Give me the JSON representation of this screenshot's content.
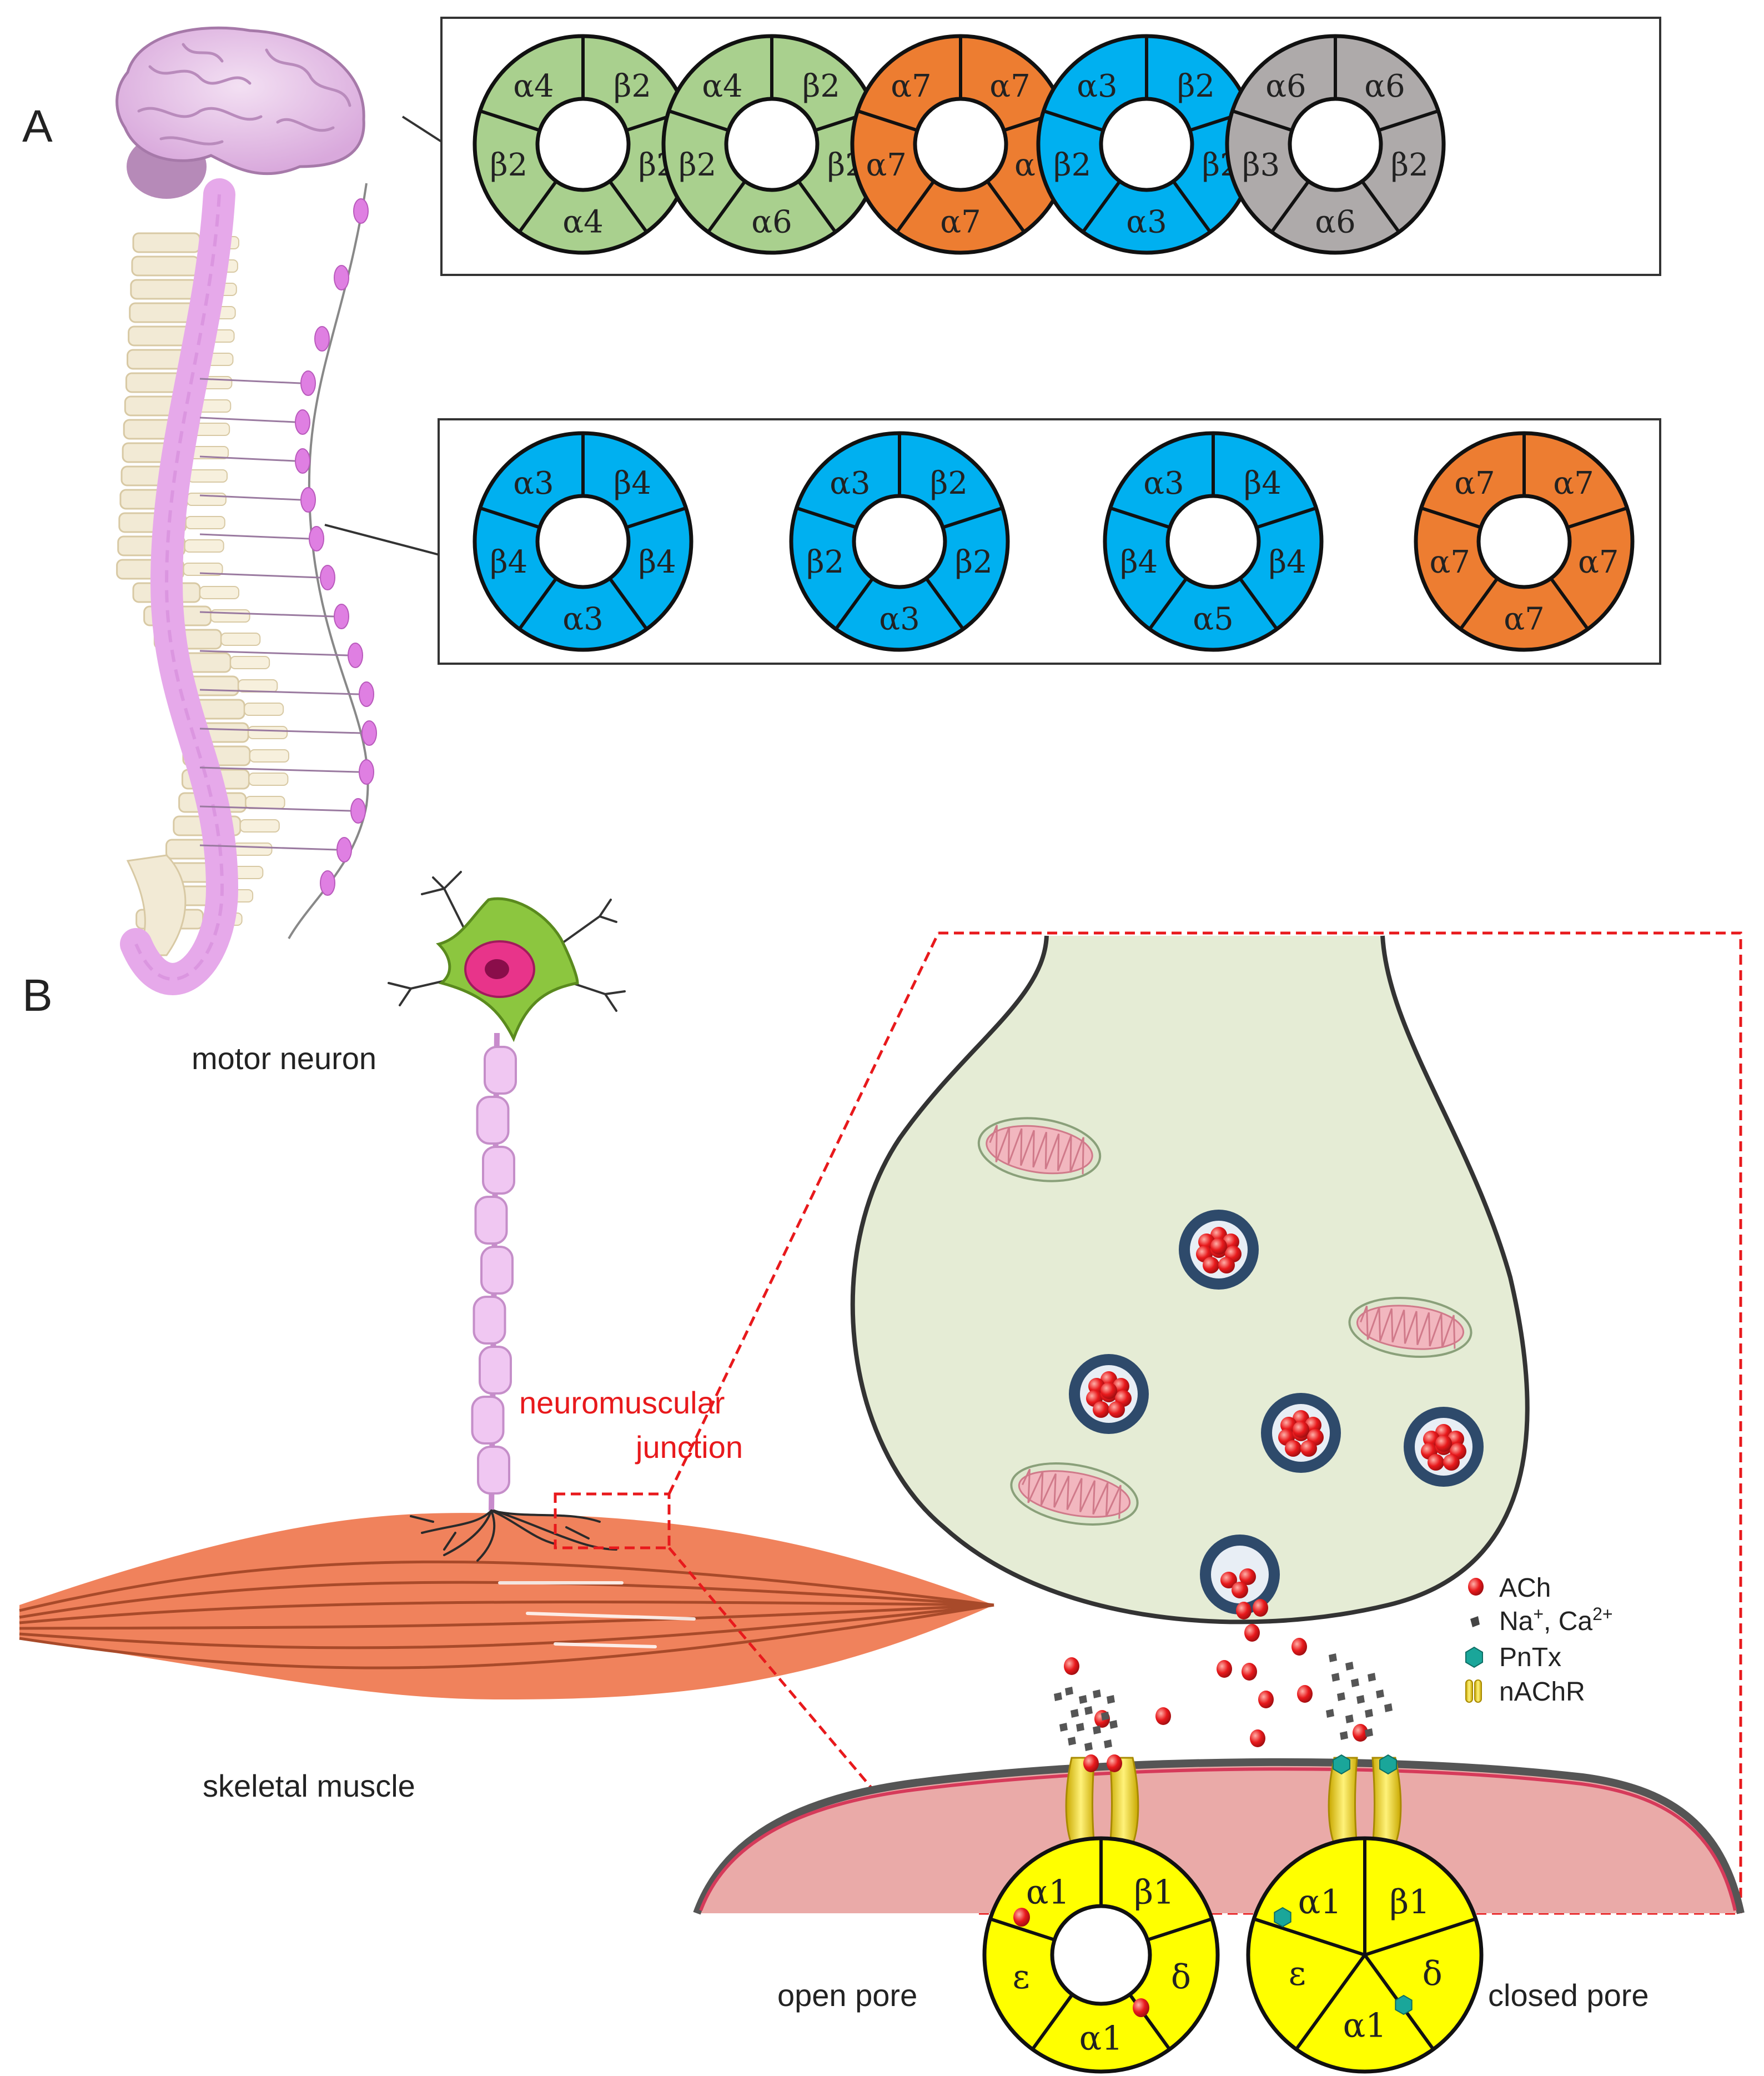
{
  "panel_a": {
    "label": "A",
    "brain_receptors": [
      [
        "α4",
        "β2",
        "β2",
        "α4",
        "β2"
      ],
      [
        "α4",
        "β2",
        "β2",
        "α6",
        "β2"
      ],
      [
        "α7",
        "α7",
        "α7",
        "α7",
        "α7"
      ],
      [
        "α3",
        "β2",
        "β2",
        "α3",
        "β2"
      ],
      [
        "α6",
        "α6",
        "β2",
        "α6",
        "β3"
      ]
    ],
    "ganglion_receptors": [
      [
        "α3",
        "β4",
        "β4",
        "α3",
        "β4"
      ],
      [
        "α3",
        "β2",
        "β2",
        "α3",
        "β2"
      ],
      [
        "α3",
        "β4",
        "β4",
        "α5",
        "β4"
      ],
      [
        "α7",
        "α7",
        "α7",
        "α7",
        "α7"
      ]
    ]
  },
  "panel_b": {
    "label": "B",
    "motor_neuron_label": "motor neuron",
    "nmj_label_line1": "neuromuscular",
    "nmj_label_line2": "junction",
    "muscle_label": "skeletal muscle",
    "legend": {
      "ach": "ACh",
      "ions_base1": "Na",
      "ions_sup1": "+",
      "ions_sep": ", Ca",
      "ions_sup2": "2+",
      "pntx": "PnTx",
      "nachr": "nAChR"
    },
    "open_pore": {
      "label": "open pore",
      "subunits": [
        "α1",
        "β1",
        "δ",
        "α1",
        "ε"
      ]
    },
    "closed_pore": {
      "label": "closed pore",
      "subunits": [
        "α1",
        "β1",
        "δ",
        "α1",
        "ε"
      ]
    }
  },
  "colors": {
    "green": "#a9d08e",
    "orange": "#ed7d31",
    "blue": "#00b0f0",
    "gray": "#aeaaaa",
    "yellow": "#ffff00",
    "nerve_pink": "#e4a3e8",
    "terminal_fill": "#e5ecd5",
    "muscle": "#f0825c",
    "postsyn": "#eaaaa8",
    "ach_red": "#e8191c",
    "pntx_teal": "#1aa69a"
  }
}
